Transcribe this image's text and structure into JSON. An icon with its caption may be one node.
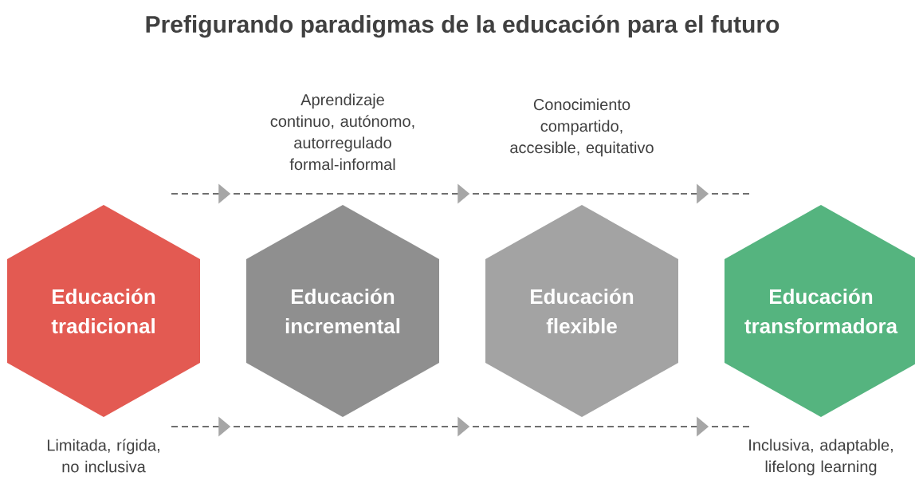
{
  "diagram": {
    "title": "Prefigurando paradigmas de la educación para el futuro",
    "nodes": [
      {
        "text": [
          "Educación tradicional"
        ],
        "beside": [
          "Limitada, rígida, no inclusiva"
        ]
      },
      {
        "text": [
          "Educación incremental"
        ],
        "beside": [
          "Aprendizaje continuo, autónomo, autorregulado formal-informal"
        ]
      },
      {
        "text": [
          "Educación flexible"
        ],
        "beside": [
          "Conocimiento compartido, accesible, equitativo"
        ]
      },
      {
        "text": [
          "Educación transformadora"
        ],
        "beside": [
          "Inclusiva, adaptable, lifelong learning"
        ]
      }
    ],
    "edges": [
      {
        "from": 0,
        "to": 1,
        "arrow": "to",
        "style": "dashed"
      },
      {
        "from": 1,
        "to": 2,
        "arrow": "to",
        "style": "dashed"
      },
      {
        "from": 2,
        "to": 3,
        "arrow": "to",
        "style": "dashed"
      },
      {
        "from": 0,
        "to": 1,
        "arrow": "to",
        "style": "dashed"
      },
      {
        "from": 1,
        "to": 2,
        "arrow": "to",
        "style": "dashed"
      },
      {
        "from": 2,
        "to": 3,
        "arrow": "to",
        "style": "dashed"
      }
    ]
  }
}
